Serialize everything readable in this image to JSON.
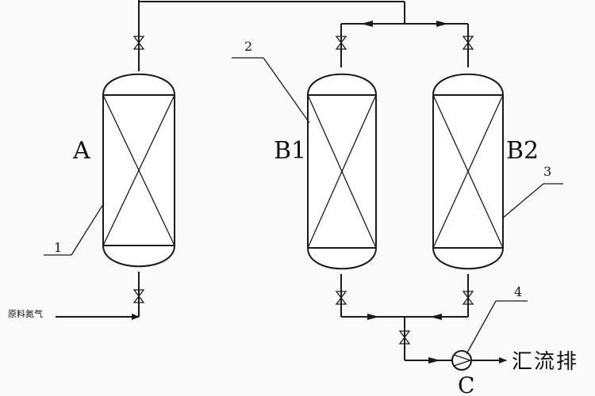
{
  "vessels": {
    "a": "A",
    "b1": "B1",
    "b2": "B2"
  },
  "pump": "C",
  "callouts": {
    "n1": "1",
    "n2": "2",
    "n3": "3",
    "n4": "4"
  },
  "feed_label": "原料氮气",
  "outlet_label": "汇流排"
}
